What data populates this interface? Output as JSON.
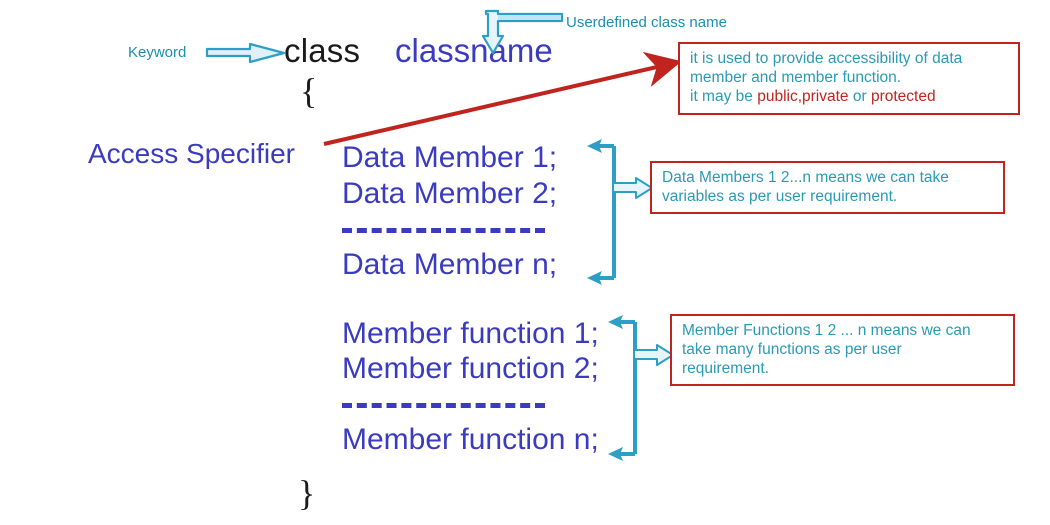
{
  "diagram": {
    "title": "C++ class declaration syntax diagram",
    "colors": {
      "keyword_black": "#1a1a1a",
      "identifier_blue": "#3b3bbf",
      "teal": "#2a9ab5",
      "arrow_teal": "#2d9fc6",
      "red": "#c0241f",
      "background": "#ffffff"
    }
  },
  "code": {
    "keyword": "class",
    "classname": "classname",
    "open_brace": "{",
    "close_brace": "}",
    "access_specifier": "Access Specifier",
    "data_members": [
      "Data Member 1;",
      "Data Member 2;"
    ],
    "data_member_last": "Data Member n;",
    "member_functions": [
      "Member function 1;",
      "Member function 2;"
    ],
    "member_function_last": "Member function n;"
  },
  "labels": {
    "keyword_label": "Keyword",
    "classname_label": "Userdefined class name"
  },
  "notes": {
    "access_specifier_note": {
      "line1": "it is used to provide accessibility of data",
      "line2": "member and member function.",
      "line3_prefix": "it may be ",
      "line3_kw1": "public",
      "line3_sep": ",",
      "line3_kw2": "private",
      "line3_mid": " or ",
      "line3_kw3": "protected"
    },
    "data_members_note": {
      "line1": "Data Members 1 2...n means we can take",
      "line2": "variables as per user requirement."
    },
    "member_functions_note": {
      "line1": "Member Functions 1 2 ... n means we can",
      "line2": "take many functions as per user",
      "line3": "requirement."
    }
  },
  "icons": {
    "keyword_arrow": "block-arrow-right-icon",
    "classname_arrow": "elbow-arrow-down-icon",
    "access_arrow": "red-arrow-up-right-icon",
    "data_bracket": "teal-bracket-left-arrows-icon",
    "data_pointer": "block-arrow-right-icon",
    "func_bracket": "teal-bracket-left-arrows-icon",
    "func_pointer": "block-arrow-right-icon"
  }
}
